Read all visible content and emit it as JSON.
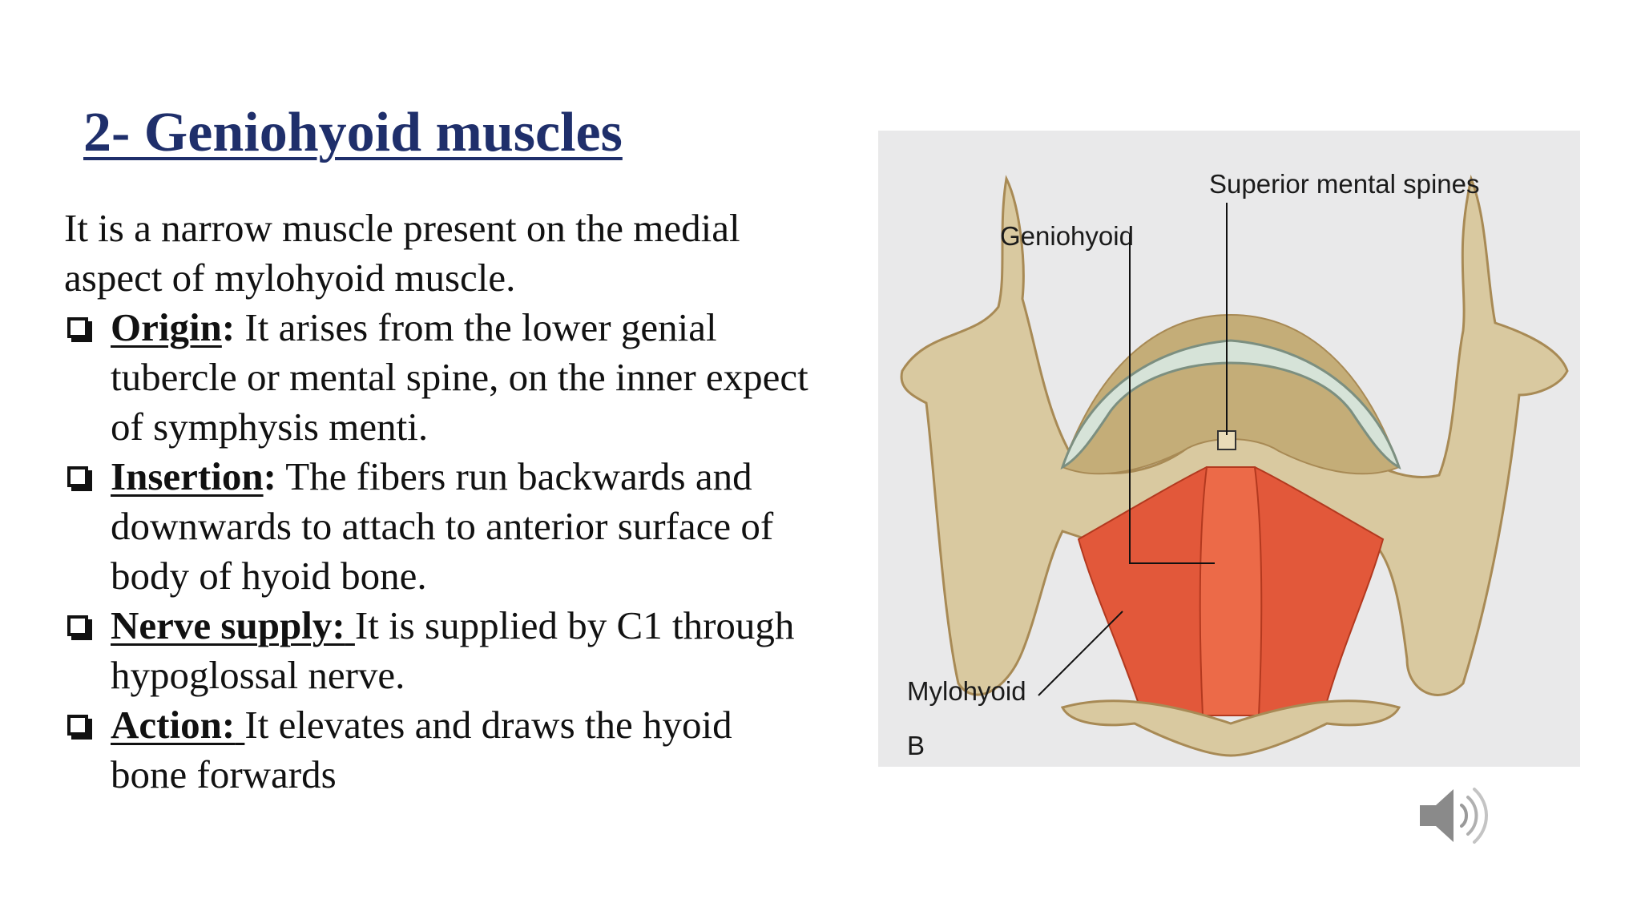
{
  "slide": {
    "title": "2- Geniohyoid muscles",
    "intro": "It is a narrow muscle present on the medial aspect of mylohyoid muscle.",
    "bullets": [
      {
        "term": "Origin",
        "tail": ":",
        "text": " It arises from the lower genial tubercle or mental spine, on the inner expect of symphysis menti."
      },
      {
        "term": "Insertion",
        "tail": ":",
        "text": " The fibers run backwards and downwards to attach to anterior surface of body of hyoid bone."
      },
      {
        "term": "Nerve supply:",
        "tail": " ",
        "text": "It is supplied by C1 through hypoglossal nerve."
      },
      {
        "term": "Action:",
        "tail": " ",
        "text": "It elevates and draws the hyoid bone forwards"
      }
    ]
  },
  "figure": {
    "labels": {
      "superior_mental_spines": "Superior mental spines",
      "geniohyoid": "Geniohyoid",
      "mylohyoid": "Mylohyoid",
      "panel": "B"
    },
    "colors": {
      "background": "#e9e9ea",
      "bone": "#d9c9a0",
      "bone_shadow": "#a88a55",
      "teeth": "#d6e3d8",
      "muscle": "#e2583a"
    }
  },
  "audio": {
    "icon": "speaker-icon"
  }
}
